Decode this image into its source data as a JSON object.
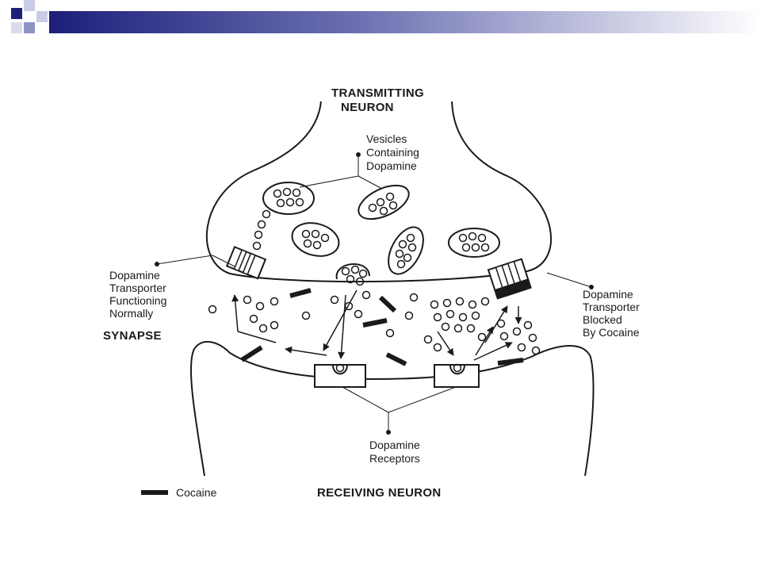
{
  "colors": {
    "ink": "#1a1a1a",
    "header_dark": "#1c1f7a",
    "header_mid": "#8f93c4",
    "header_light": "#d9dcee"
  },
  "labels": {
    "transmitting_neuron": [
      "TRANSMITTING",
      "NEURON"
    ],
    "vesicles": [
      "Vesicles",
      "Containing",
      "Dopamine"
    ],
    "transporter_normal": [
      "Dopamine",
      "Transporter",
      "Functioning",
      "Normally"
    ],
    "synapse": "SYNAPSE",
    "transporter_blocked": [
      "Dopamine",
      "Transporter",
      "Blocked",
      "By Cocaine"
    ],
    "receptors": [
      "Dopamine",
      "Receptors"
    ],
    "legend_cocaine": "Cocaine",
    "receiving_neuron": "RECEIVING NEURON"
  }
}
